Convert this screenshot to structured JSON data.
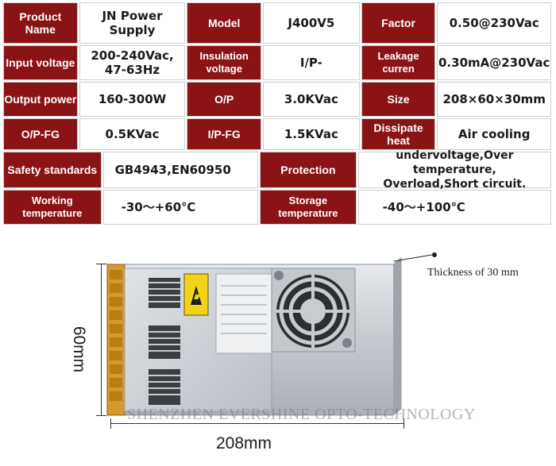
{
  "spec_table": {
    "rows": [
      [
        {
          "label": "Product Name",
          "value": "JN Power Supply"
        },
        {
          "label": "Model",
          "value": "J400V5"
        },
        {
          "label": "Factor",
          "value": "0.50@230Vac"
        }
      ],
      [
        {
          "label": "Input voltage",
          "value": "200-240Vac,\n47-63Hz"
        },
        {
          "label": "Insulation voltage",
          "value": "I/P-"
        },
        {
          "label": "Leakage curren",
          "value": "0.30mA@230Vac"
        }
      ],
      [
        {
          "label": "Output power",
          "value": "160-300W"
        },
        {
          "label": "O/P",
          "value": "3.0KVac"
        },
        {
          "label": "Size",
          "value": "208×60×30mm"
        }
      ],
      [
        {
          "label": "O/P-FG",
          "value": "0.5KVac"
        },
        {
          "label": "I/P-FG",
          "value": "1.5KVac"
        },
        {
          "label": "Dissipate heat",
          "value": "Air cooling"
        }
      ]
    ],
    "wide_rows": [
      [
        {
          "label": "Safety standards",
          "value": "GB4943,EN60950"
        },
        {
          "label": "Protection",
          "value": "undervoltage,Over temperature,\nOverload,Short circuit."
        }
      ],
      [
        {
          "label": "Working temperature",
          "value": "-30～+60℃"
        },
        {
          "label": "Storage temperature",
          "value": "-40～+100℃"
        }
      ]
    ]
  },
  "photo": {
    "width_label": "208mm",
    "height_label": "60mm",
    "thickness_label": "Thickness of 30 mm",
    "watermark": "SHENZHEN EVERSHINE OPTO-TECHNOLOGY",
    "caution_label": "CAUTION"
  },
  "colors": {
    "label_bg": "#8a1414",
    "label_text": "#ffffff"
  }
}
